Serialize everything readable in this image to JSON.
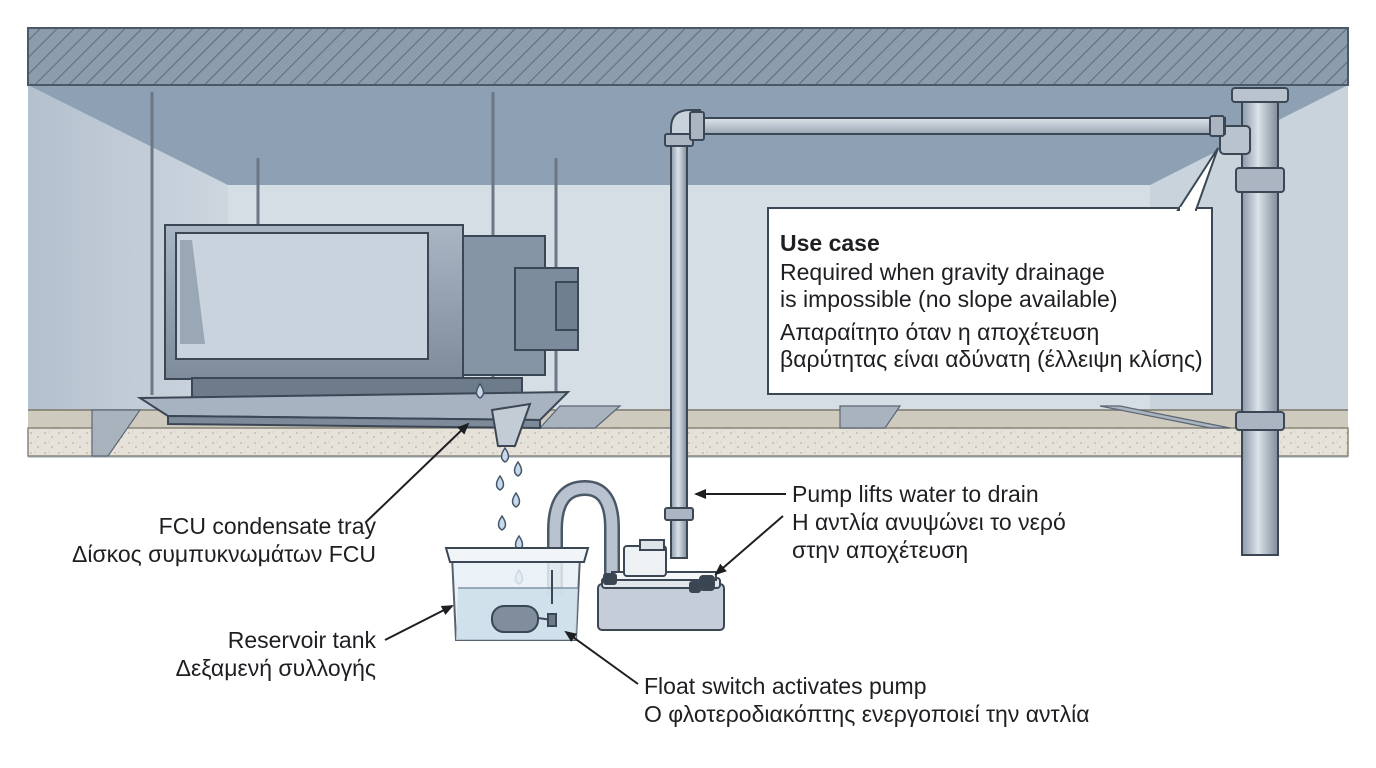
{
  "use_case": {
    "title": "Use case",
    "en": [
      "Required when gravity drainage",
      "is impossible (no slope available)"
    ],
    "el": [
      "Απαραίτητο όταν η αποχέτευση",
      "βαρύτητας είναι αδύνατη (έλλειψη κλίσης)"
    ]
  },
  "labels": {
    "tray": {
      "en": "FCU condensate tray",
      "el": "Δίσκος συμπυκνωμάτων FCU"
    },
    "tank": {
      "en": "Reservoir tank",
      "el": "Δεξαμενή συλλογής"
    },
    "pump": {
      "en": "Pump lifts water to drain",
      "el1": "Η αντλία ανυψώνει το νερό",
      "el2": "στην αποχέτευση"
    },
    "float": {
      "en": "Float switch activates pump",
      "el": "Ο φλοτεροδιακόπτης ενεργοποιεί την αντλία"
    }
  }
}
